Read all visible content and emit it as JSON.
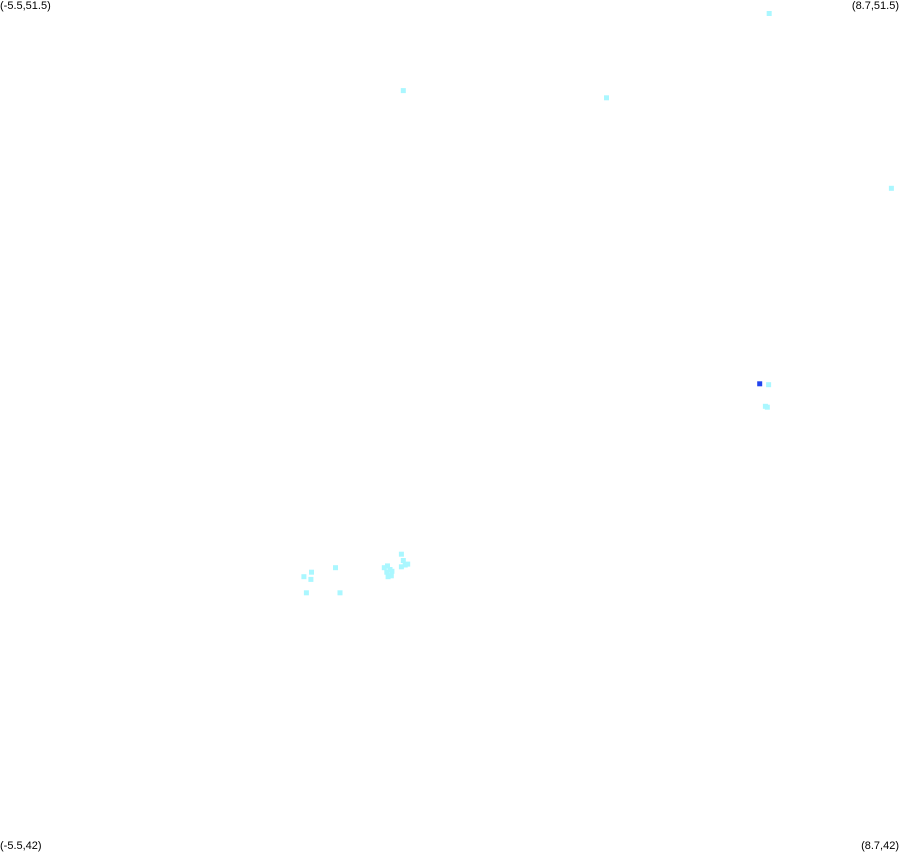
{
  "chart_data": {
    "type": "scatter",
    "title": "",
    "xlabel": "",
    "ylabel": "",
    "xlim": [
      -5.5,
      8.7
    ],
    "ylim": [
      42,
      51.5
    ],
    "grid": false,
    "corner_labels": {
      "top_left": "(-5.5,51.5)",
      "top_right": "(8.7,51.5)",
      "bottom_left": "(-5.5,42)",
      "bottom_right": "(8.7,42)"
    },
    "colors": {
      "light": "#aaf7ff",
      "highlight": "#2244ee"
    },
    "points": [
      {
        "x": 6.65,
        "y": 51.35,
        "c": "light"
      },
      {
        "x": 0.87,
        "y": 50.49,
        "c": "light"
      },
      {
        "x": 4.08,
        "y": 50.41,
        "c": "light"
      },
      {
        "x": 8.58,
        "y": 49.4,
        "c": "light"
      },
      {
        "x": 6.5,
        "y": 47.22,
        "c": "highlight"
      },
      {
        "x": 6.64,
        "y": 47.21,
        "c": "light"
      },
      {
        "x": 6.59,
        "y": 46.97,
        "c": "light"
      },
      {
        "x": 6.62,
        "y": 46.96,
        "c": "light"
      },
      {
        "x": 0.84,
        "y": 45.32,
        "c": "light"
      },
      {
        "x": 0.87,
        "y": 45.25,
        "c": "light"
      },
      {
        "x": 0.9,
        "y": 45.2,
        "c": "light"
      },
      {
        "x": 0.84,
        "y": 45.18,
        "c": "light"
      },
      {
        "x": 0.94,
        "y": 45.21,
        "c": "light"
      },
      {
        "x": 0.62,
        "y": 45.19,
        "c": "light"
      },
      {
        "x": 0.57,
        "y": 45.17,
        "c": "light"
      },
      {
        "x": 0.66,
        "y": 45.15,
        "c": "light"
      },
      {
        "x": 0.69,
        "y": 45.13,
        "c": "light"
      },
      {
        "x": 0.61,
        "y": 45.12,
        "c": "light"
      },
      {
        "x": 0.68,
        "y": 45.08,
        "c": "light"
      },
      {
        "x": 0.63,
        "y": 45.07,
        "c": "light"
      },
      {
        "x": -0.2,
        "y": 45.17,
        "c": "light"
      },
      {
        "x": -0.58,
        "y": 45.12,
        "c": "light"
      },
      {
        "x": -0.7,
        "y": 45.07,
        "c": "light"
      },
      {
        "x": -0.59,
        "y": 45.04,
        "c": "light"
      },
      {
        "x": -0.66,
        "y": 44.89,
        "c": "light"
      },
      {
        "x": -0.13,
        "y": 44.89,
        "c": "light"
      }
    ]
  }
}
